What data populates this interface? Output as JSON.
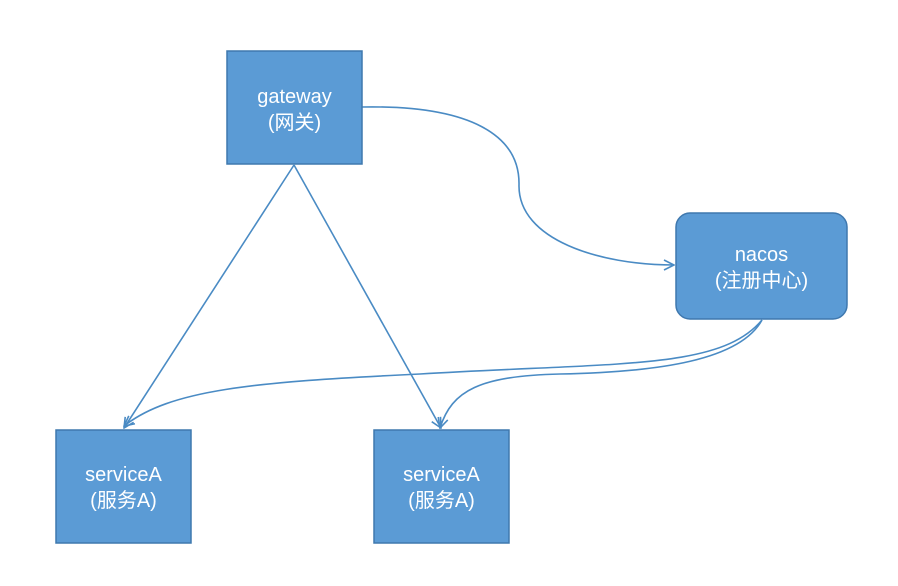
{
  "colors": {
    "node_fill": "#5b9bd5",
    "node_stroke": "#3f78ae",
    "edge": "#4a8bc4",
    "text": "#ffffff",
    "background": "#ffffff"
  },
  "nodes": {
    "gateway": {
      "line1": "gateway",
      "line2": "(网关)"
    },
    "nacos": {
      "line1": "nacos",
      "line2": "(注册中心)"
    },
    "service_a_left": {
      "line1": "serviceA",
      "line2": "(服务A)"
    },
    "service_a_right": {
      "line1": "serviceA",
      "line2": "(服务A)"
    }
  },
  "edges": [
    {
      "from": "gateway",
      "to": "nacos"
    },
    {
      "from": "gateway",
      "to": "service_a_left"
    },
    {
      "from": "gateway",
      "to": "service_a_right"
    },
    {
      "from": "nacos",
      "to": "service_a_left"
    },
    {
      "from": "nacos",
      "to": "service_a_right"
    }
  ]
}
